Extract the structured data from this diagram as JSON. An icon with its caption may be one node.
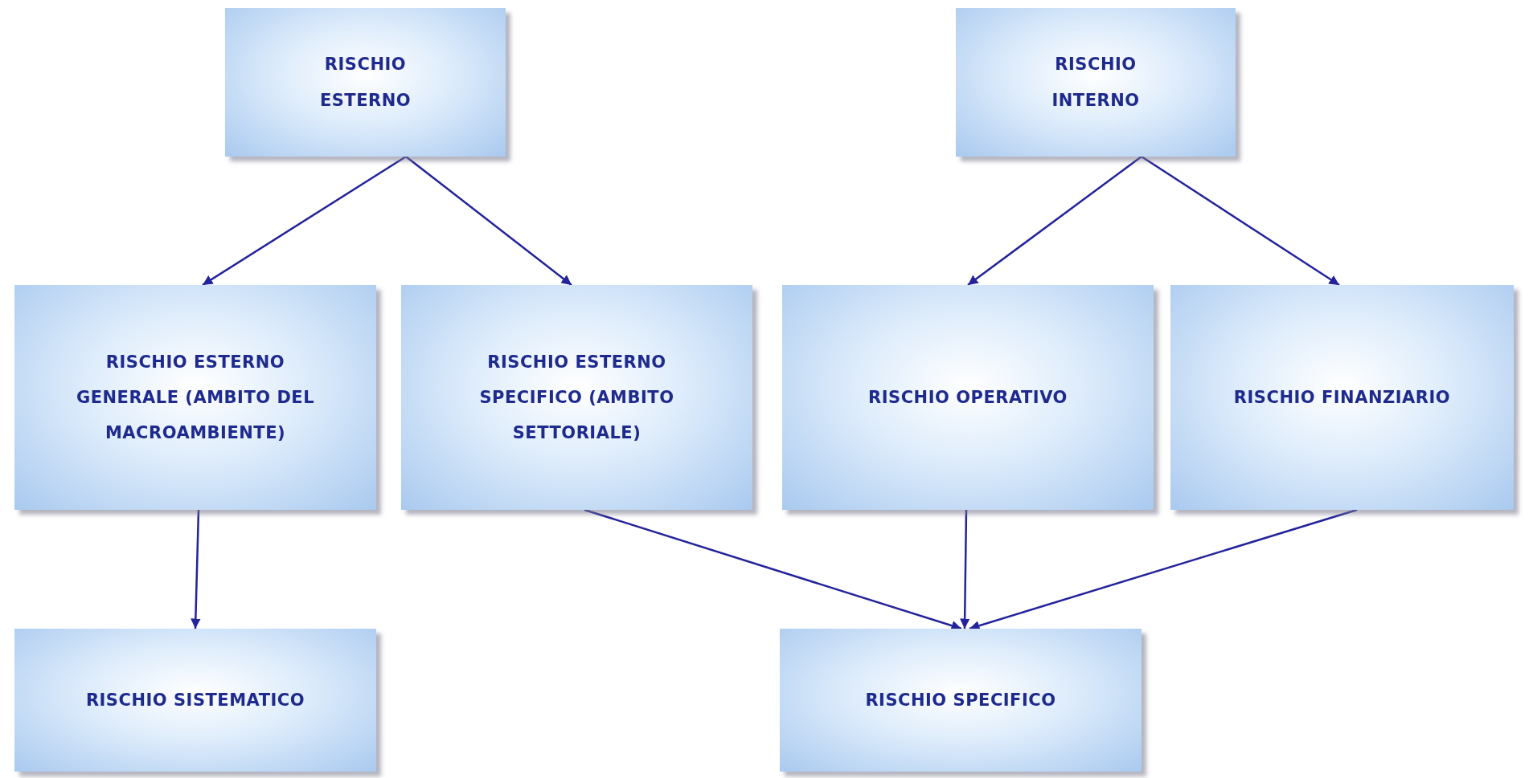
{
  "diagram": {
    "nodes": [
      {
        "text": [
          "RISCHIO ESTERNO"
        ]
      },
      {
        "text": [
          "RISCHIO INTERNO"
        ]
      },
      {
        "text": [
          "RISCHIO ESTERNO GENERALE (AMBITO DEL MACROAMBIENTE)"
        ]
      },
      {
        "text": [
          "RISCHIO ESTERNO SPECIFICO (AMBITO SETTORIALE)"
        ]
      },
      {
        "text": [
          "RISCHIO OPERATIVO"
        ]
      },
      {
        "text": [
          "RISCHIO FINANZIARIO"
        ]
      },
      {
        "text": [
          "RISCHIO SISTEMATICO"
        ]
      },
      {
        "text": [
          "RISCHIO SPECIFICO"
        ]
      }
    ],
    "edges": [
      {
        "from": 0,
        "to": 2,
        "arrow": "to"
      },
      {
        "from": 0,
        "to": 3,
        "arrow": "to"
      },
      {
        "from": 1,
        "to": 4,
        "arrow": "to"
      },
      {
        "from": 1,
        "to": 5,
        "arrow": "to"
      },
      {
        "from": 2,
        "to": 6,
        "arrow": "to"
      },
      {
        "from": 3,
        "to": 7,
        "arrow": "to"
      },
      {
        "from": 4,
        "to": 7,
        "arrow": "to"
      },
      {
        "from": 5,
        "to": 7,
        "arrow": "to"
      }
    ]
  }
}
